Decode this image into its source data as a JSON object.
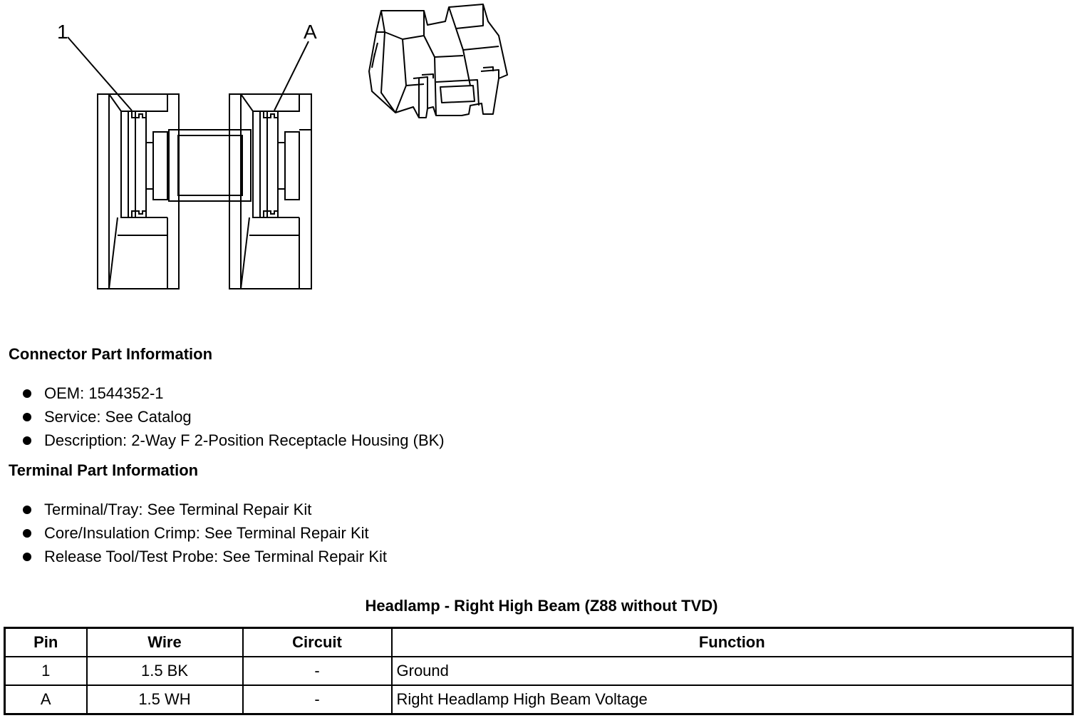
{
  "diagram": {
    "callouts": [
      {
        "label": "1"
      },
      {
        "label": "A"
      }
    ]
  },
  "connector_section": {
    "heading": "Connector Part Information",
    "items": [
      "OEM: 1544352-1",
      "Service: See Catalog",
      "Description: 2-Way F 2-Position Receptacle Housing (BK)"
    ]
  },
  "terminal_section": {
    "heading": "Terminal Part Information",
    "items": [
      "Terminal/Tray: See Terminal Repair Kit",
      "Core/Insulation Crimp: See Terminal Repair Kit",
      "Release Tool/Test Probe: See Terminal Repair Kit"
    ]
  },
  "pin_table": {
    "title": "Headlamp - Right High Beam (Z88 without TVD)",
    "headers": [
      "Pin",
      "Wire",
      "Circuit",
      "Function"
    ],
    "rows": [
      [
        "1",
        "1.5 BK",
        "-",
        "Ground"
      ],
      [
        "A",
        "1.5 WH",
        "-",
        "Right Headlamp High Beam Voltage"
      ]
    ]
  }
}
